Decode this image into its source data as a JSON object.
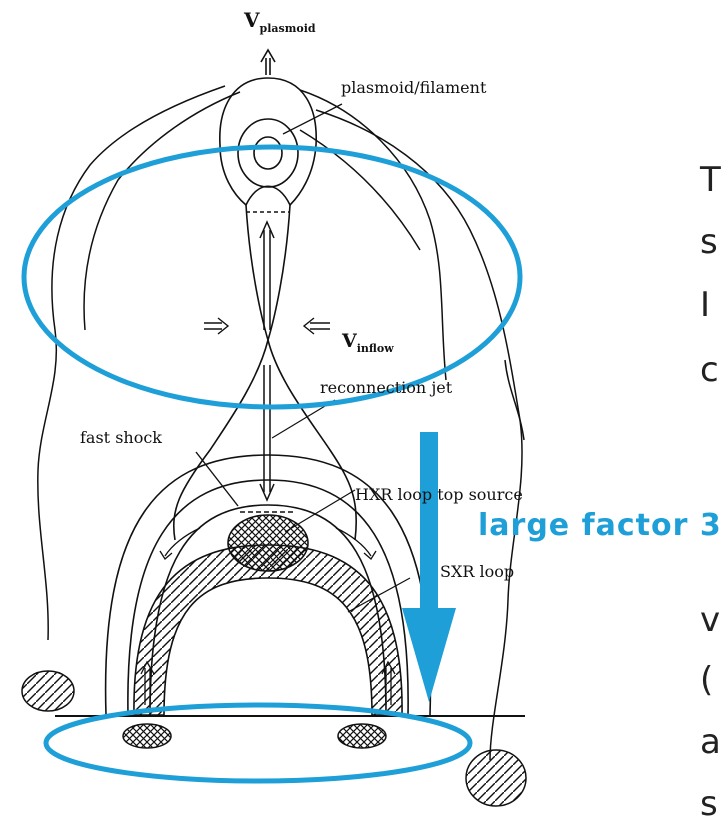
{
  "labels": {
    "v_main": "V",
    "v_plasmoid_sub": "plasmoid",
    "plasmoid": "plasmoid/filament",
    "v_inflow_main": "V",
    "v_inflow_sub": "inflow",
    "reconnection_jet": "reconnection jet",
    "fast_shock": "fast shock",
    "hxr": "HXR loop top source",
    "sxr": "SXR loop"
  },
  "annotation": {
    "text": "large factor 3"
  },
  "edge_text": [
    "T",
    "s",
    "I",
    "c",
    "v",
    "(",
    "a",
    "s"
  ],
  "colors": {
    "accent": "#1e9fd8",
    "ink": "#111111"
  }
}
